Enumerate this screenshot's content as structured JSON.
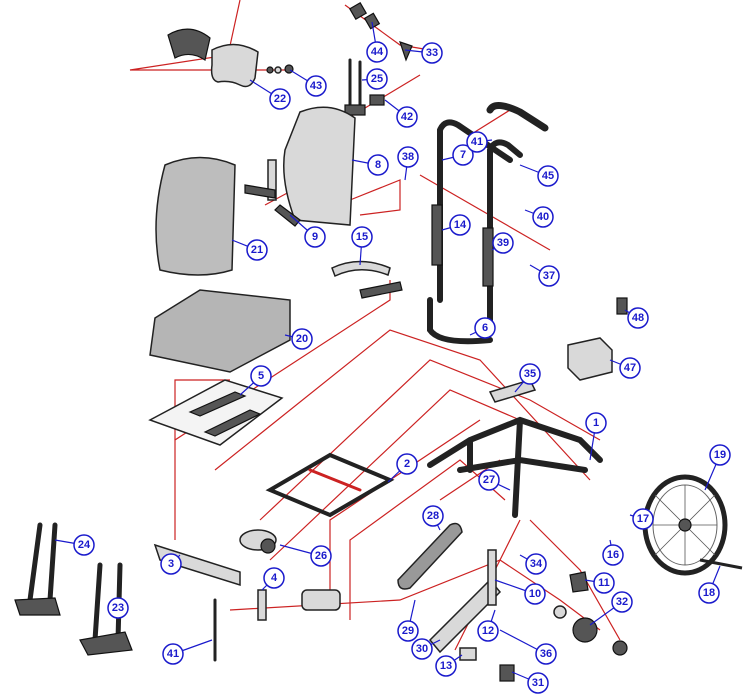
{
  "diagram": {
    "title": "Exploded parts diagram - wheelchair assembly",
    "callouts": [
      "44",
      "33",
      "43",
      "22",
      "25",
      "42",
      "8",
      "38",
      "7",
      "41",
      "45",
      "40",
      "9",
      "21",
      "14",
      "39",
      "37",
      "15",
      "48",
      "6",
      "20",
      "47",
      "5",
      "35",
      "1",
      "19",
      "2",
      "27",
      "17",
      "28",
      "16",
      "26",
      "24",
      "34",
      "3",
      "4",
      "11",
      "10",
      "18",
      "32",
      "23",
      "29",
      "12",
      "41",
      "30",
      "36",
      "13",
      "31"
    ],
    "colors": {
      "callout": "#1a1acc",
      "leader": "#cc2222",
      "part": "#d9d9d9"
    }
  }
}
